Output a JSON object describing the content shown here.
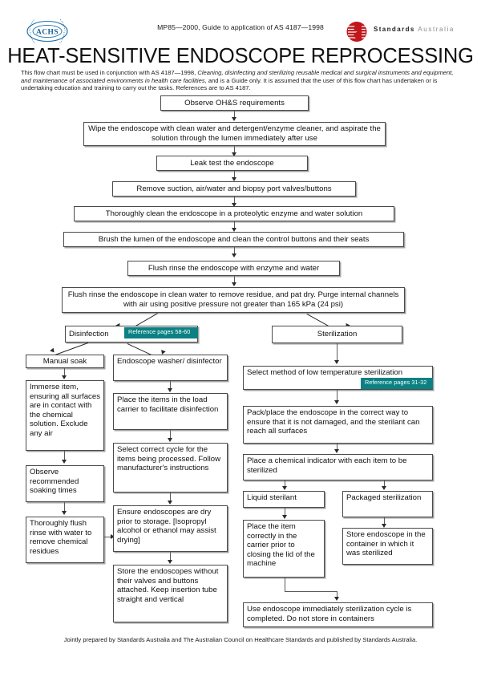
{
  "header": {
    "reference_line": "MP85—2000, Guide to application of AS 4187—1998",
    "achs_logo_text": "ACHS",
    "standards_logo_bold": "Standards",
    "standards_logo_light": "Australia",
    "title": "HEAT-SENSITIVE ENDOSCOPE REPROCESSING",
    "intro_part1": "This flow chart must be used in conjunction with AS 4187—1998, ",
    "intro_italic": "Cleaning, disinfecting and sterilizing reusable medical and surgical instruments and equipment, and maintenance of associated environments in health care facilities",
    "intro_part2": ", and is a Guide only. It is assumed that the user of this flow chart has undertaken or is undertaking education and training to carry out the tasks. References are to AS 4187."
  },
  "colors": {
    "badge_teal": "#0b8183",
    "box_border": "#4a4a4a",
    "connector": "#5a5a5a",
    "arrow": "#2a2a2a",
    "logo_red": "#c0161c",
    "logo_blue": "#1a6fa8"
  },
  "main_flow": [
    {
      "id": "observe-ohs",
      "text": "Observe OH&S requirements"
    },
    {
      "id": "wipe-endoscope",
      "text": "Wipe the endoscope with clean water and detergent/enzyme cleaner, and aspirate the solution through the lumen immediately after use"
    },
    {
      "id": "leak-test",
      "text": "Leak test the endoscope"
    },
    {
      "id": "remove-valves",
      "text": "Remove suction, air/water and biopsy port valves/buttons"
    },
    {
      "id": "clean-proteolytic",
      "text": "Thoroughly clean the endoscope in a proteolytic enzyme and water solution"
    },
    {
      "id": "brush-lumen",
      "text": "Brush the lumen of the endoscope and clean the control buttons and their seats"
    },
    {
      "id": "flush-enzyme",
      "text": "Flush rinse the endoscope with enzyme and water"
    },
    {
      "id": "flush-clean-water",
      "text": "Flush rinse the endoscope in clean water to remove residue, and pat dry. Purge internal channels with air using positive pressure not greater than 165 kPa (24 psi)"
    }
  ],
  "disinfection": {
    "heading": "Disinfection",
    "badge": "Reference pages 58-60",
    "manual": [
      {
        "id": "manual-soak",
        "text": "Manual soak"
      },
      {
        "id": "immerse-item",
        "text": "Immerse item, ensuring all surfaces are in contact with the chemical solution. Exclude any air"
      },
      {
        "id": "observe-soaking",
        "text": "Observe recommended soaking times"
      },
      {
        "id": "flush-residues",
        "text": "Thoroughly flush rinse with water to remove chemical residues"
      }
    ],
    "washer": [
      {
        "id": "endoscope-washer",
        "text": "Endoscope washer/ disinfector"
      },
      {
        "id": "place-load-carrier",
        "text": "Place the items in the load carrier to facilitate disinfection"
      },
      {
        "id": "select-cycle",
        "text": "Select correct cycle for the items being processed. Follow manufacturer's instructions"
      },
      {
        "id": "ensure-dry",
        "text": "Ensure endoscopes are dry prior to storage. [Isopropyl alcohol or ethanol may assist drying]"
      },
      {
        "id": "store-endoscopes",
        "text": "Store the endoscopes without their valves and buttons attached. Keep insertion tube straight and vertical"
      }
    ]
  },
  "sterilization": {
    "heading": "Sterilization",
    "badge": "Reference pages 31-32",
    "steps": [
      {
        "id": "select-method",
        "text": "Select method of low temperature sterilization"
      },
      {
        "id": "pack-place",
        "text": "Pack/place the endoscope in the correct way to ensure that it is not damaged, and the sterilant can reach all surfaces"
      },
      {
        "id": "chemical-indicator",
        "text": "Place a chemical indicator with each item to be sterilized"
      }
    ],
    "liquid_branch": [
      {
        "id": "liquid-sterilant",
        "text": "Liquid sterilant"
      },
      {
        "id": "place-carrier",
        "text": "Place the item correctly in the carrier prior to closing the lid of the machine"
      }
    ],
    "packaged_branch": [
      {
        "id": "packaged-sterilization",
        "text": "Packaged sterilization"
      },
      {
        "id": "store-container",
        "text": "Store endoscope in the container in which it was sterilized"
      }
    ],
    "final": {
      "id": "use-immediately",
      "text": "Use endoscope immediately sterilization cycle is completed. Do not store in containers"
    }
  },
  "footer": "Jointly prepared by Standards Australia and The Australian Council on Healthcare Standards and published by Standards Australia."
}
